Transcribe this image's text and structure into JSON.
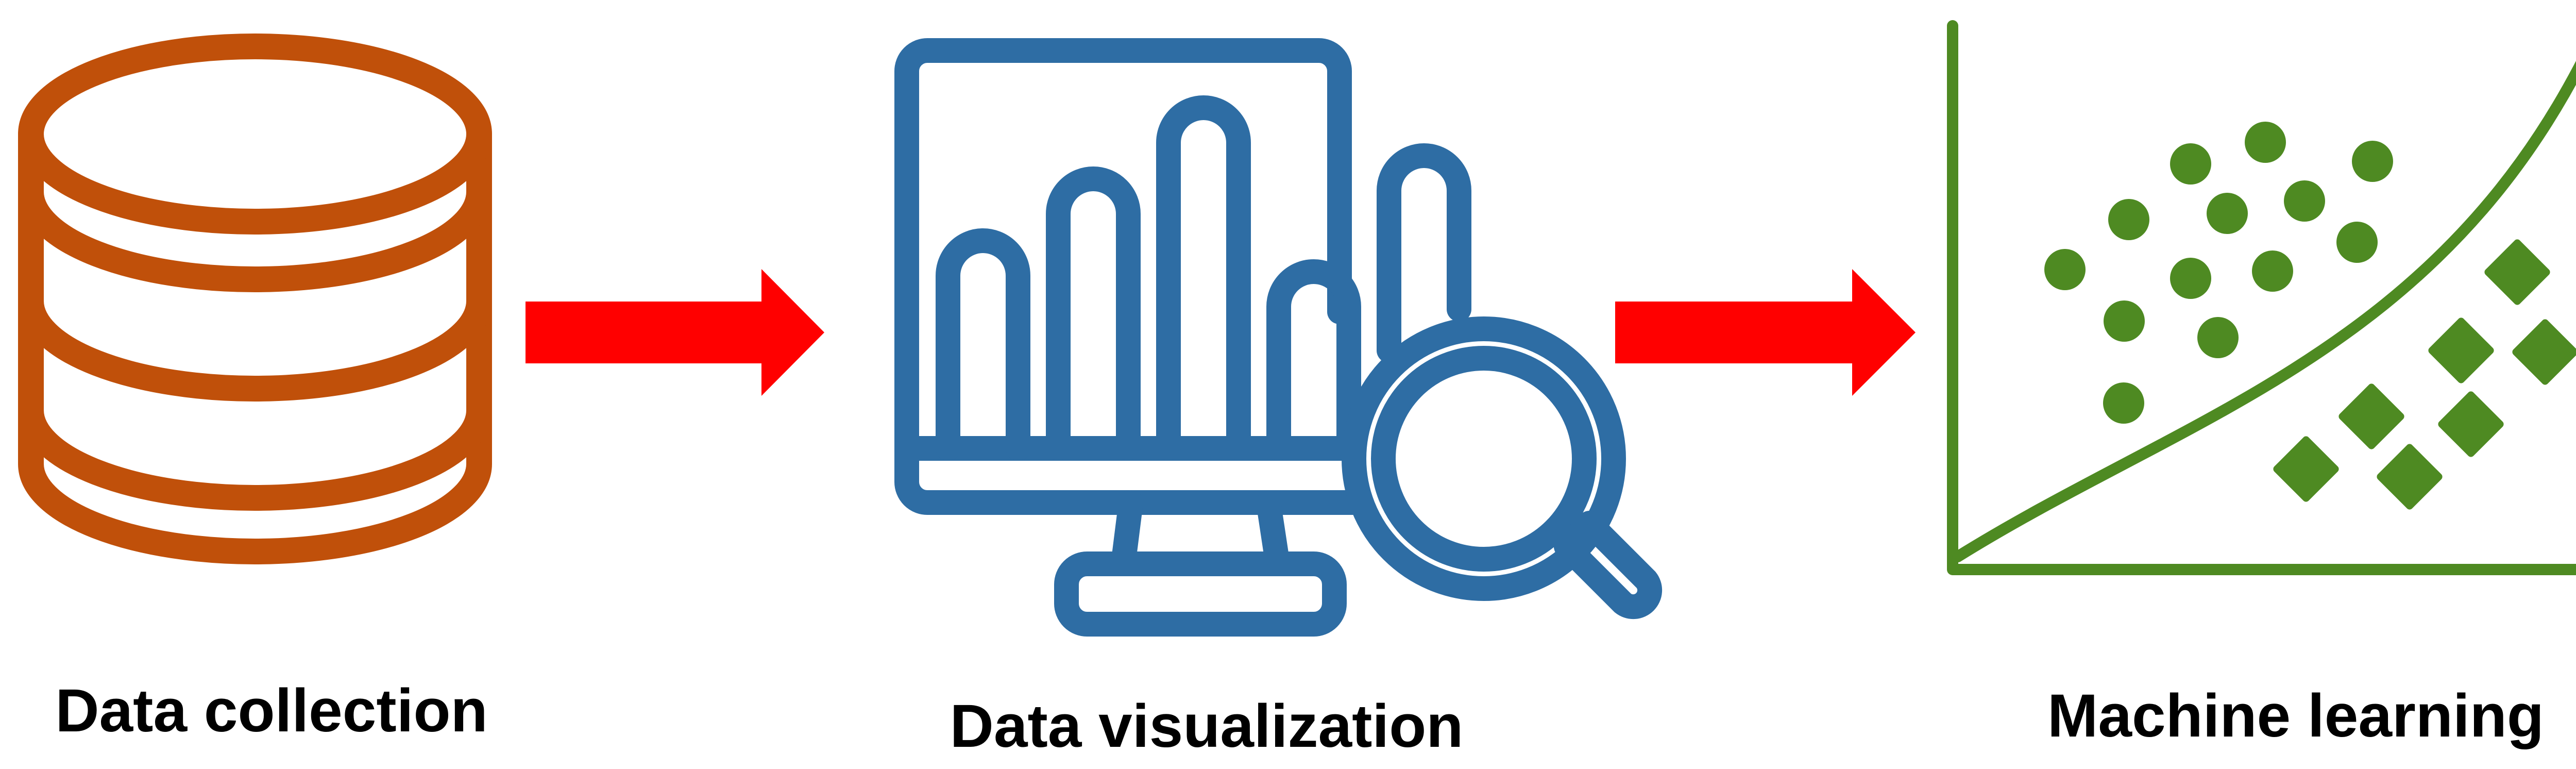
{
  "colors": {
    "database": "#c0500a",
    "monitor": "#2e6da4",
    "ml": "#4e8a22",
    "arrow": "#ff0000",
    "caption": "#000000",
    "background": "#ffffff"
  },
  "stages": [
    {
      "label": "Data collection",
      "icon": "database-icon"
    },
    {
      "label": "Data visualization",
      "icon": "monitor-chart-magnifier-icon"
    },
    {
      "label": "Machine learning",
      "icon": "scatter-plot-classification-icon"
    }
  ],
  "connectors": [
    {
      "from": "Data collection",
      "to": "Data visualization",
      "icon": "arrow-right-icon"
    },
    {
      "from": "Data visualization",
      "to": "Machine learning",
      "icon": "arrow-right-icon"
    }
  ]
}
